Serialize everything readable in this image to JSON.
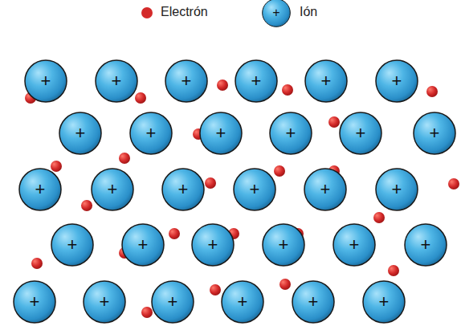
{
  "diagram": {
    "nodes": [
      {
        "text": [
          "+"
        ]
      },
      {
        "text": [
          "+"
        ]
      },
      {
        "text": [
          "+"
        ]
      },
      {
        "text": [
          "+"
        ]
      },
      {
        "text": [
          "+"
        ]
      },
      {
        "text": [
          "+"
        ]
      },
      {
        "text": [
          "+"
        ]
      },
      {
        "text": [
          "+"
        ]
      },
      {
        "text": [
          "+"
        ]
      },
      {
        "text": [
          "+"
        ]
      },
      {
        "text": [
          "+"
        ]
      },
      {
        "text": [
          "+"
        ]
      },
      {
        "text": [
          "+"
        ]
      },
      {
        "text": [
          "+"
        ]
      },
      {
        "text": [
          "+"
        ]
      },
      {
        "text": [
          "+"
        ]
      },
      {
        "text": [
          "+"
        ]
      },
      {
        "text": [
          "+"
        ]
      },
      {
        "text": [
          "+"
        ]
      },
      {
        "text": [
          "+"
        ]
      },
      {
        "text": [
          "+"
        ]
      },
      {
        "text": [
          "+"
        ]
      },
      {
        "text": [
          "+"
        ]
      },
      {
        "text": [
          "+"
        ]
      },
      {
        "text": [
          "+"
        ]
      },
      {
        "text": [
          "+"
        ]
      },
      {
        "text": [
          "+"
        ]
      },
      {
        "text": [
          "+"
        ]
      },
      {
        "text": [
          "+"
        ]
      },
      {
        "text": [
          "+"
        ]
      }
    ],
    "labels": [
      "+"
    ],
    "legend": [
      {
        "text": "Electrón",
        "color": "#d42a2a"
      },
      {
        "text": "Ión"
      }
    ]
  }
}
